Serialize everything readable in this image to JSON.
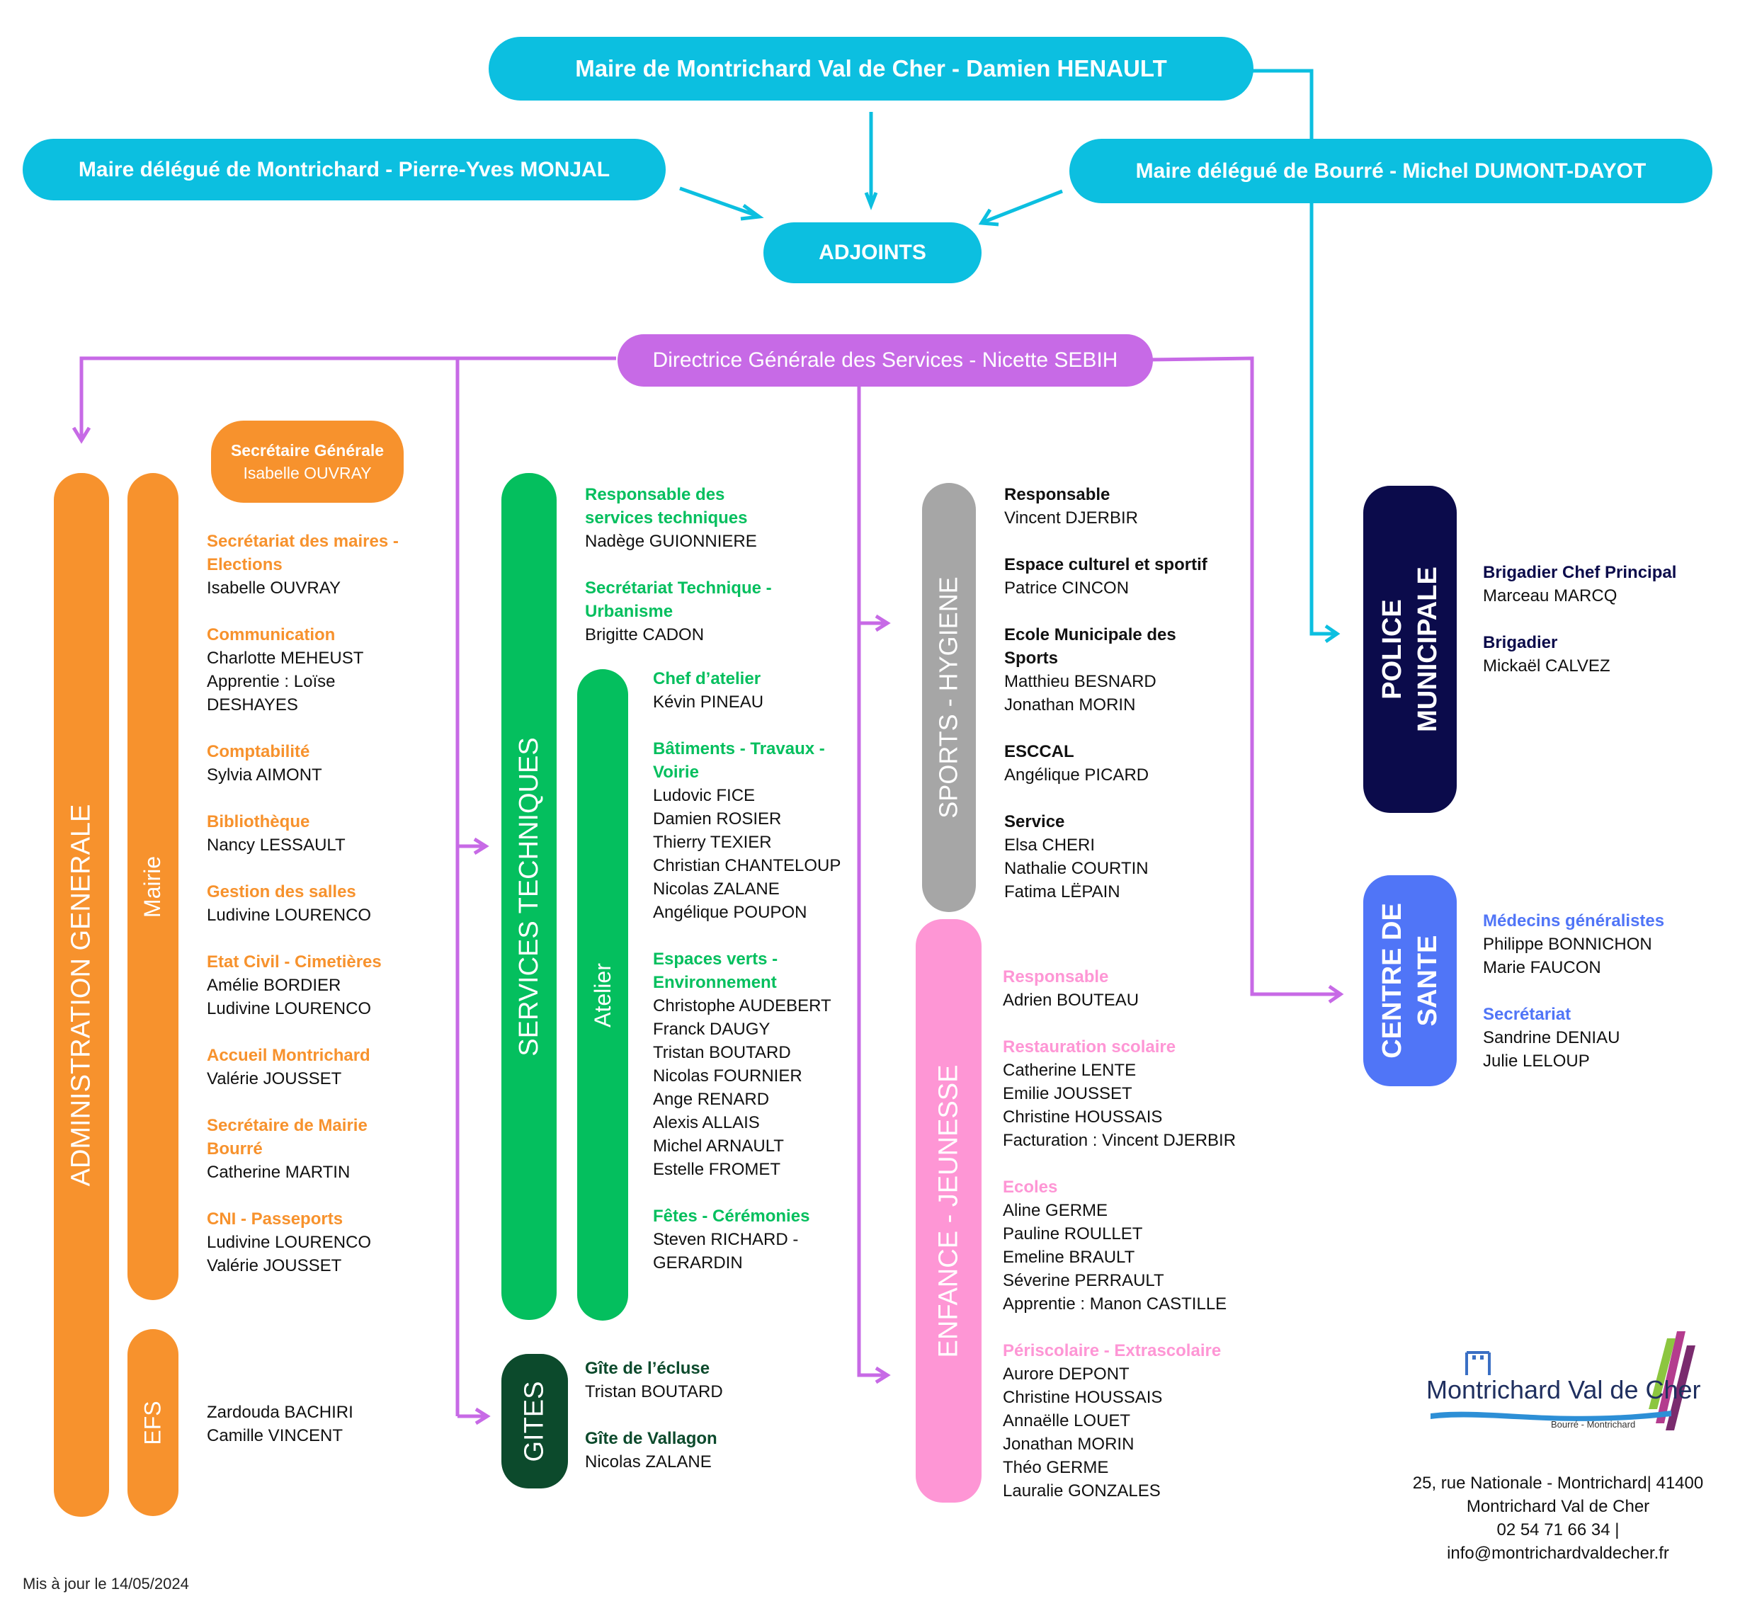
{
  "top": {
    "maire": "Maire de Montrichard Val de Cher - Damien HENAULT",
    "delegue_montrichard": "Maire délégué de Montrichard - Pierre-Yves MONJAL",
    "delegue_bourre": "Maire délégué de Bourré - Michel DUMONT-DAYOT",
    "adjoints": "ADJOINTS",
    "dgs": "Directrice Générale des Services - Nicette SEBIH"
  },
  "colors": {
    "cyan": "#0cbfe0",
    "purple": "#c76ae6",
    "orange": "#f7922d",
    "green": "#04bf5e",
    "dark_green": "#0c4a2c",
    "grey": "#a6a6a6",
    "pink": "#fe96d5",
    "navy": "#0b0b4b",
    "blue": "#5075f7"
  },
  "admin": {
    "bar_label": "ADMINISTRATION GENERALE",
    "mairie_label": "Mairie",
    "efs_label": "EFS",
    "secretaire": {
      "title": "Secrétaire Générale",
      "name": "Isabelle OUVRAY"
    },
    "groups": [
      {
        "title": [
          "Secrétariat des maires -",
          "Elections"
        ],
        "names": [
          "Isabelle OUVRAY"
        ]
      },
      {
        "title": [
          "Communication"
        ],
        "names": [
          "Charlotte MEHEUST",
          "Apprentie : Loïse",
          "DESHAYES"
        ]
      },
      {
        "title": [
          "Comptabilité"
        ],
        "names": [
          "Sylvia AIMONT"
        ]
      },
      {
        "title": [
          "Bibliothèque"
        ],
        "names": [
          "Nancy LESSAULT"
        ]
      },
      {
        "title": [
          "Gestion des salles"
        ],
        "names": [
          "Ludivine LOURENCO"
        ]
      },
      {
        "title": [
          "Etat Civil - Cimetières"
        ],
        "names": [
          "Amélie BORDIER",
          "Ludivine LOURENCO"
        ]
      },
      {
        "title": [
          "Accueil Montrichard"
        ],
        "names": [
          "Valérie JOUSSET"
        ]
      },
      {
        "title": [
          "Secrétaire de Mairie",
          "Bourré"
        ],
        "names": [
          "Catherine MARTIN"
        ]
      },
      {
        "title": [
          "CNI - Passeports"
        ],
        "names": [
          "Ludivine LOURENCO",
          "Valérie JOUSSET"
        ]
      }
    ],
    "efs_names": [
      "Zardouda BACHIRI",
      "Camille VINCENT"
    ]
  },
  "tech": {
    "bar_label": "SERVICES TECHNIQUES",
    "atelier_label": "Atelier",
    "top_groups": [
      {
        "title": [
          "Responsable des",
          "services techniques"
        ],
        "names": [
          "Nadège GUIONNIERE"
        ]
      },
      {
        "title": [
          "Secrétariat Technique -",
          "Urbanisme"
        ],
        "names": [
          "Brigitte CADON"
        ]
      }
    ],
    "atelier_groups": [
      {
        "title": [
          "Chef d’atelier"
        ],
        "names": [
          "Kévin PINEAU"
        ]
      },
      {
        "title": [
          "Bâtiments - Travaux -",
          "Voirie"
        ],
        "names": [
          "Ludovic FICE",
          "Damien ROSIER",
          "Thierry TEXIER",
          "Christian CHANTELOUP",
          "Nicolas ZALANE",
          "Angélique POUPON"
        ]
      },
      {
        "title": [
          "Espaces verts -",
          "Environnement"
        ],
        "names": [
          "Christophe AUDEBERT",
          "Franck DAUGY",
          "Tristan BOUTARD",
          "Nicolas FOURNIER",
          "Ange RENARD",
          "Alexis ALLAIS",
          "Michel ARNAULT",
          "Estelle FROMET"
        ]
      },
      {
        "title": [
          "Fêtes - Cérémonies"
        ],
        "names": [
          "Steven RICHARD -",
          "GERARDIN"
        ]
      }
    ]
  },
  "gites": {
    "bar_label": "GITES",
    "groups": [
      {
        "title": [
          "Gîte de l’écluse"
        ],
        "names": [
          "Tristan BOUTARD"
        ]
      },
      {
        "title": [
          "Gîte de Vallagon"
        ],
        "names": [
          "Nicolas ZALANE"
        ]
      }
    ]
  },
  "sports": {
    "bar_label": "SPORTS - HYGIENE",
    "groups": [
      {
        "title": [
          "Responsable"
        ],
        "names": [
          "Vincent DJERBIR"
        ]
      },
      {
        "title": [
          "Espace culturel et sportif"
        ],
        "names": [
          "Patrice CINCON"
        ]
      },
      {
        "title": [
          "Ecole Municipale des",
          "Sports"
        ],
        "names": [
          "Matthieu BESNARD",
          "Jonathan MORIN"
        ]
      },
      {
        "title": [
          "ESCCAL"
        ],
        "names": [
          "Angélique PICARD"
        ]
      },
      {
        "title": [
          "Service"
        ],
        "names": [
          "Elsa CHERI",
          "Nathalie COURTIN",
          "Fatima LËPAIN"
        ]
      }
    ]
  },
  "enfance": {
    "bar_label": "ENFANCE - JEUNESSE",
    "groups": [
      {
        "title": [
          "Responsable"
        ],
        "names": [
          "Adrien BOUTEAU"
        ]
      },
      {
        "title": [
          "Restauration scolaire"
        ],
        "names": [
          "Catherine LENTE",
          "Emilie JOUSSET",
          "Christine HOUSSAIS",
          "Facturation : Vincent DJERBIR"
        ]
      },
      {
        "title": [
          "Ecoles"
        ],
        "names": [
          "Aline GERME",
          "Pauline ROULLET",
          "Emeline BRAULT",
          "Séverine PERRAULT",
          "Apprentie : Manon CASTILLE"
        ]
      },
      {
        "title": [
          "Périscolaire - Extrascolaire"
        ],
        "names": [
          "Aurore DEPONT",
          "Christine HOUSSAIS",
          "Annaëlle LOUET",
          "Jonathan MORIN",
          "Théo GERME",
          "Lauralie GONZALES"
        ]
      }
    ]
  },
  "police": {
    "bar_label_1": "POLICE",
    "bar_label_2": "MUNICIPALE",
    "groups": [
      {
        "title": [
          "Brigadier Chef Principal"
        ],
        "names": [
          "Marceau MARCQ"
        ]
      },
      {
        "title": [
          "Brigadier"
        ],
        "names": [
          "Mickaël CALVEZ"
        ]
      }
    ]
  },
  "sante": {
    "bar_label_1": "CENTRE DE",
    "bar_label_2": "SANTE",
    "groups": [
      {
        "title": [
          "Médecins généralistes"
        ],
        "names": [
          "Philippe BONNICHON",
          "Marie FAUCON"
        ]
      },
      {
        "title": [
          "Secrétariat"
        ],
        "names": [
          "Sandrine DENIAU",
          "Julie LELOUP"
        ]
      }
    ]
  },
  "logo": {
    "main": "Montrichard Val de Cher",
    "sub": "Bourré - Montrichard"
  },
  "footer": {
    "address_lines": [
      "25, rue Nationale - Montrichard| 41400",
      "Montrichard Val de Cher",
      "02 54 71 66 34 |",
      "info@montrichardvaldecher.fr"
    ],
    "updated": "Mis à jour le 14/05/2024"
  }
}
